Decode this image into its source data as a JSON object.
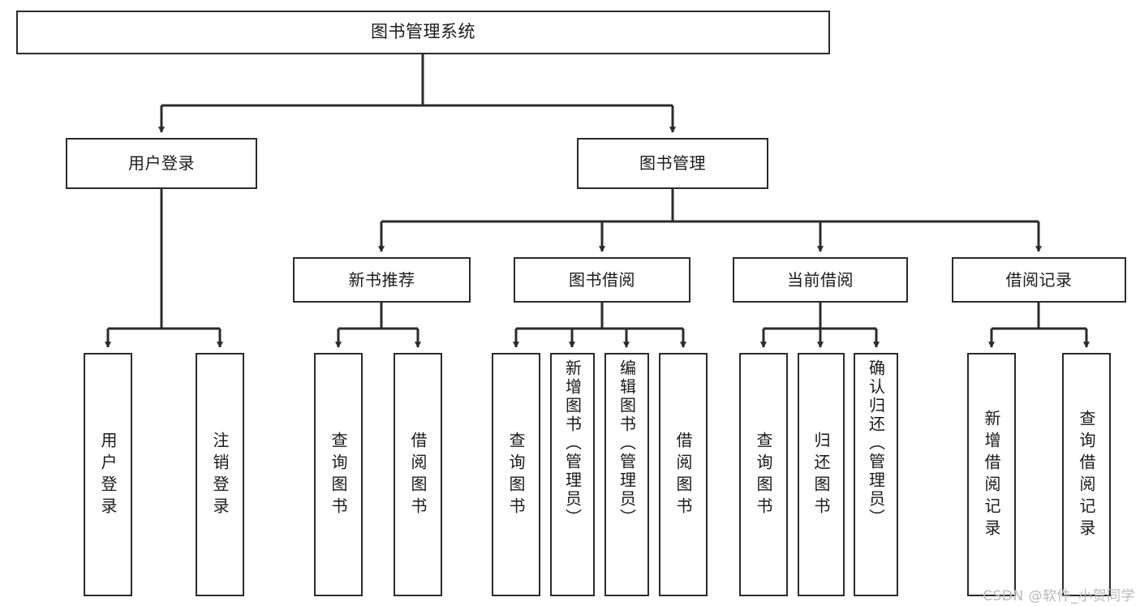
{
  "diagram": {
    "type": "tree-hierarchy-chart",
    "title": "图书管理系统",
    "watermark": "CSDN @软件_小贺同学",
    "colors": {
      "stroke": "#2b2b2b",
      "fill": "#ffffff",
      "text": "#1a1a1a",
      "watermark": "#b9b9b9"
    },
    "root": {
      "label": "图书管理系统"
    },
    "level2": [
      {
        "label": "用户登录"
      },
      {
        "label": "图书管理"
      }
    ],
    "level3": [
      {
        "label": "新书推荐"
      },
      {
        "label": "图书借阅"
      },
      {
        "label": "当前借阅"
      },
      {
        "label": "借阅记录"
      }
    ],
    "leaves": {
      "user_login": [
        {
          "label": "用户登录"
        },
        {
          "label": "注销登录"
        }
      ],
      "new_book": [
        {
          "label": "查询图书"
        },
        {
          "label": "借阅图书"
        }
      ],
      "book_borrow": [
        {
          "label": "查询图书"
        },
        {
          "label": "新增图书（管理员）"
        },
        {
          "label": "编辑图书（管理员）"
        },
        {
          "label": "借阅图书"
        }
      ],
      "current_borrow": [
        {
          "label": "查询图书"
        },
        {
          "label": "归还图书"
        },
        {
          "label": "确认归还（管理员）"
        }
      ],
      "borrow_records": [
        {
          "label": "新增借阅记录"
        },
        {
          "label": "查询借阅记录"
        }
      ]
    }
  }
}
